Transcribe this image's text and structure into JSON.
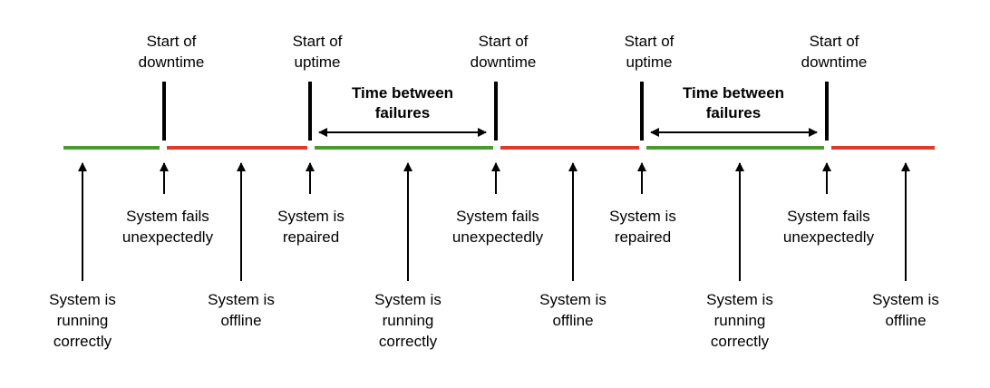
{
  "colors": {
    "uptime": "#4a9a2e",
    "downtime": "#e03a2c",
    "ink": "#000000"
  },
  "timeline": {
    "segments": [
      "uptime",
      "downtime",
      "uptime",
      "downtime",
      "uptime",
      "downtime"
    ]
  },
  "top_markers": [
    {
      "kind": "downtime",
      "lines": [
        "Start of",
        "downtime"
      ]
    },
    {
      "kind": "uptime",
      "lines": [
        "Start of",
        "uptime"
      ]
    },
    {
      "kind": "downtime",
      "lines": [
        "Start of",
        "downtime"
      ]
    },
    {
      "kind": "uptime",
      "lines": [
        "Start of",
        "uptime"
      ]
    },
    {
      "kind": "downtime",
      "lines": [
        "Start of",
        "downtime"
      ]
    }
  ],
  "spans": [
    {
      "lines": [
        "Time between",
        "failures"
      ]
    },
    {
      "lines": [
        "Time between",
        "failures"
      ]
    }
  ],
  "event_labels": [
    {
      "lines": [
        "System fails",
        "unexpectedly"
      ]
    },
    {
      "lines": [
        "System is",
        "repaired"
      ]
    },
    {
      "lines": [
        "System fails",
        "unexpectedly"
      ]
    },
    {
      "lines": [
        "System is",
        "repaired"
      ]
    },
    {
      "lines": [
        "System fails",
        "unexpectedly"
      ]
    }
  ],
  "state_labels": [
    {
      "lines": [
        "System is",
        "running",
        "correctly"
      ]
    },
    {
      "lines": [
        "System is",
        "offline"
      ]
    },
    {
      "lines": [
        "System is",
        "running",
        "correctly"
      ]
    },
    {
      "lines": [
        "System is",
        "offline"
      ]
    },
    {
      "lines": [
        "System is",
        "running",
        "correctly"
      ]
    },
    {
      "lines": [
        "System is",
        "offline"
      ]
    }
  ]
}
